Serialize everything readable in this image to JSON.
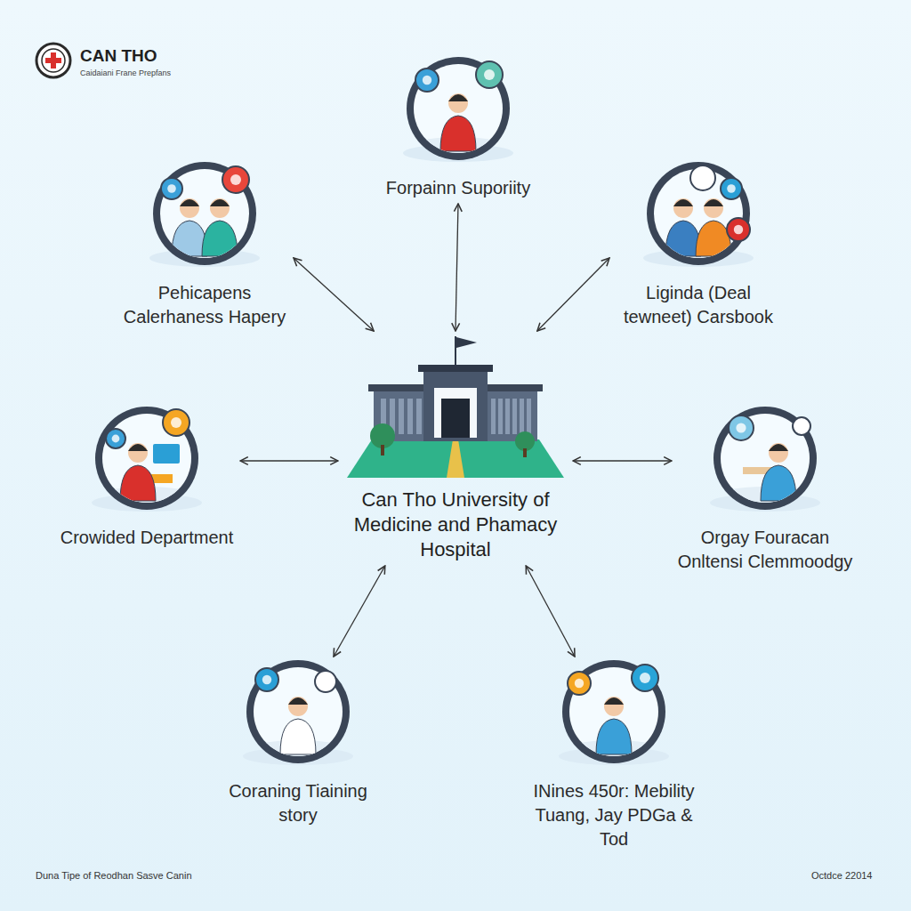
{
  "diagram": {
    "nodes": [
      {
        "text": [
          "Forpainn Suporiity"
        ]
      },
      {
        "text": [
          "Pehicapens Calerhaness Hapery"
        ]
      },
      {
        "text": [
          "Liginda (Deal tewneet) Carsbook"
        ]
      },
      {
        "text": [
          "Crowided Department"
        ]
      },
      {
        "text": [
          "Can Tho University of Medicine and Phamacy Hospital"
        ]
      },
      {
        "text": [
          "Orgay Fouracan Onltensi Clemmoodgy"
        ]
      },
      {
        "text": [
          "Coraning Tiaining story"
        ]
      },
      {
        "text": [
          "INines 450r: Mebility Tuang, Jay PDGa & Tod"
        ]
      }
    ],
    "edges": [
      {
        "from": 4,
        "to": 0,
        "arrow": "both"
      },
      {
        "from": 4,
        "to": 1,
        "arrow": "both"
      },
      {
        "from": 4,
        "to": 2,
        "arrow": "both"
      },
      {
        "from": 4,
        "to": 3,
        "arrow": "both"
      },
      {
        "from": 4,
        "to": 5,
        "arrow": "both"
      },
      {
        "from": 4,
        "to": 6,
        "arrow": "both"
      },
      {
        "from": 4,
        "to": 7,
        "arrow": "both"
      }
    ],
    "labels": [
      "CAN THO",
      "Caidaiani Frane Prepfans",
      "Duna Tipe of Reodhan Sasve Canin",
      "Octdce 22014"
    ]
  }
}
